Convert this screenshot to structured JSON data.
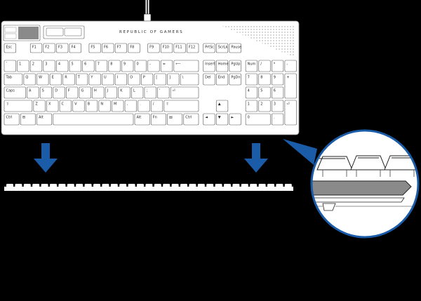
{
  "brand_text": "REPUBLIC OF GAMERS",
  "colors": {
    "background": "#000000",
    "keyboard_body": "#ffffff",
    "key_outline": "#555555",
    "arrow": "#1a5ca8",
    "zoom_outline": "#1a5ca8"
  },
  "icons": [
    "down-arrow-icon",
    "down-arrow-icon",
    "magnifier-callout-icon"
  ],
  "keyboard": {
    "rows": [
      {
        "name": "function-row",
        "keys": [
          {
            "label": "Esc",
            "w": 1
          },
          {
            "gap": 1
          },
          {
            "label": "F1",
            "w": 1
          },
          {
            "label": "F2",
            "w": 1
          },
          {
            "label": "F3",
            "w": 1
          },
          {
            "label": "F4",
            "w": 1
          },
          {
            "gap": 0.5
          },
          {
            "label": "F5",
            "w": 1
          },
          {
            "label": "F6",
            "w": 1
          },
          {
            "label": "F7",
            "w": 1
          },
          {
            "label": "F8",
            "w": 1
          },
          {
            "gap": 0.5
          },
          {
            "label": "F9",
            "w": 1
          },
          {
            "label": "F10",
            "w": 1
          },
          {
            "label": "F11",
            "w": 1
          },
          {
            "label": "F12",
            "w": 1
          },
          {
            "gap": 0.25
          },
          {
            "label": "PrtSc",
            "w": 1
          },
          {
            "label": "ScrLk",
            "w": 1
          },
          {
            "label": "Pause",
            "w": 1
          }
        ]
      },
      {
        "name": "number-row",
        "keys": [
          {
            "label": "`",
            "w": 1
          },
          {
            "label": "1",
            "w": 1
          },
          {
            "label": "2",
            "w": 1
          },
          {
            "label": "3",
            "w": 1
          },
          {
            "label": "4",
            "w": 1
          },
          {
            "label": "5",
            "w": 1
          },
          {
            "label": "6",
            "w": 1
          },
          {
            "label": "7",
            "w": 1
          },
          {
            "label": "8",
            "w": 1
          },
          {
            "label": "9",
            "w": 1
          },
          {
            "label": "0",
            "w": 1
          },
          {
            "label": "-",
            "w": 1
          },
          {
            "label": "=",
            "w": 1
          },
          {
            "label": "⟵",
            "w": 2
          },
          {
            "gap": 0.25
          },
          {
            "label": "Insert",
            "w": 1
          },
          {
            "label": "Home",
            "w": 1
          },
          {
            "label": "PgUp",
            "w": 1
          },
          {
            "gap": 0.25
          },
          {
            "label": "Num",
            "w": 1
          },
          {
            "label": "/",
            "w": 1
          },
          {
            "label": "*",
            "w": 1
          },
          {
            "label": "-",
            "w": 1
          }
        ]
      },
      {
        "name": "qwerty-row",
        "keys": [
          {
            "label": "Tab",
            "w": 1.5
          },
          {
            "label": "Q",
            "w": 1
          },
          {
            "label": "W",
            "w": 1
          },
          {
            "label": "E",
            "w": 1
          },
          {
            "label": "R",
            "w": 1
          },
          {
            "label": "T",
            "w": 1
          },
          {
            "label": "Y",
            "w": 1
          },
          {
            "label": "U",
            "w": 1
          },
          {
            "label": "I",
            "w": 1
          },
          {
            "label": "O",
            "w": 1
          },
          {
            "label": "P",
            "w": 1
          },
          {
            "label": "[",
            "w": 1
          },
          {
            "label": "]",
            "w": 1
          },
          {
            "label": "\\",
            "w": 1.5
          },
          {
            "gap": 0.25
          },
          {
            "label": "Del",
            "w": 1
          },
          {
            "label": "End",
            "w": 1
          },
          {
            "label": "PgDn",
            "w": 1
          },
          {
            "gap": 0.25
          },
          {
            "label": "7",
            "w": 1
          },
          {
            "label": "8",
            "w": 1
          },
          {
            "label": "9",
            "w": 1
          },
          {
            "label": "+",
            "w": 1,
            "h": 2
          }
        ]
      },
      {
        "name": "home-row",
        "keys": [
          {
            "label": "Caps",
            "w": 1.75
          },
          {
            "label": "A",
            "w": 1
          },
          {
            "label": "S",
            "w": 1
          },
          {
            "label": "D",
            "w": 1
          },
          {
            "label": "F",
            "w": 1
          },
          {
            "label": "G",
            "w": 1
          },
          {
            "label": "H",
            "w": 1
          },
          {
            "label": "J",
            "w": 1
          },
          {
            "label": "K",
            "w": 1
          },
          {
            "label": "L",
            "w": 1
          },
          {
            "label": ";",
            "w": 1
          },
          {
            "label": "'",
            "w": 1
          },
          {
            "label": "⏎",
            "w": 2.25
          },
          {
            "gap": 3.5
          },
          {
            "label": "4",
            "w": 1
          },
          {
            "label": "5",
            "w": 1
          },
          {
            "label": "6",
            "w": 1
          }
        ]
      },
      {
        "name": "shift-row",
        "keys": [
          {
            "label": "⇧",
            "w": 2.25
          },
          {
            "label": "Z",
            "w": 1
          },
          {
            "label": "X",
            "w": 1
          },
          {
            "label": "C",
            "w": 1
          },
          {
            "label": "V",
            "w": 1
          },
          {
            "label": "B",
            "w": 1
          },
          {
            "label": "N",
            "w": 1
          },
          {
            "label": "M",
            "w": 1
          },
          {
            "label": ",",
            "w": 1
          },
          {
            "label": ".",
            "w": 1
          },
          {
            "label": "/",
            "w": 1
          },
          {
            "label": "⇧",
            "w": 2.75
          },
          {
            "gap": 1.25
          },
          {
            "label": "▲",
            "w": 1
          },
          {
            "gap": 1.25
          },
          {
            "label": "1",
            "w": 1
          },
          {
            "label": "2",
            "w": 1
          },
          {
            "label": "3",
            "w": 1
          },
          {
            "label": "⏎",
            "w": 1,
            "h": 2
          }
        ]
      },
      {
        "name": "bottom-row",
        "keys": [
          {
            "label": "Ctrl",
            "w": 1.25
          },
          {
            "label": "⊞",
            "w": 1.25
          },
          {
            "label": "Alt",
            "w": 1.25
          },
          {
            "label": "",
            "w": 6.25
          },
          {
            "label": "Alt",
            "w": 1.25
          },
          {
            "label": "Fn",
            "w": 1.25
          },
          {
            "label": "▤",
            "w": 1.25
          },
          {
            "label": "Ctrl",
            "w": 1.25
          },
          {
            "gap": 0.25
          },
          {
            "label": "◄",
            "w": 1
          },
          {
            "label": "▼",
            "w": 1
          },
          {
            "label": "►",
            "w": 1
          },
          {
            "gap": 0.25
          },
          {
            "label": "0",
            "w": 2
          },
          {
            "label": ".",
            "w": 1
          }
        ]
      }
    ]
  }
}
